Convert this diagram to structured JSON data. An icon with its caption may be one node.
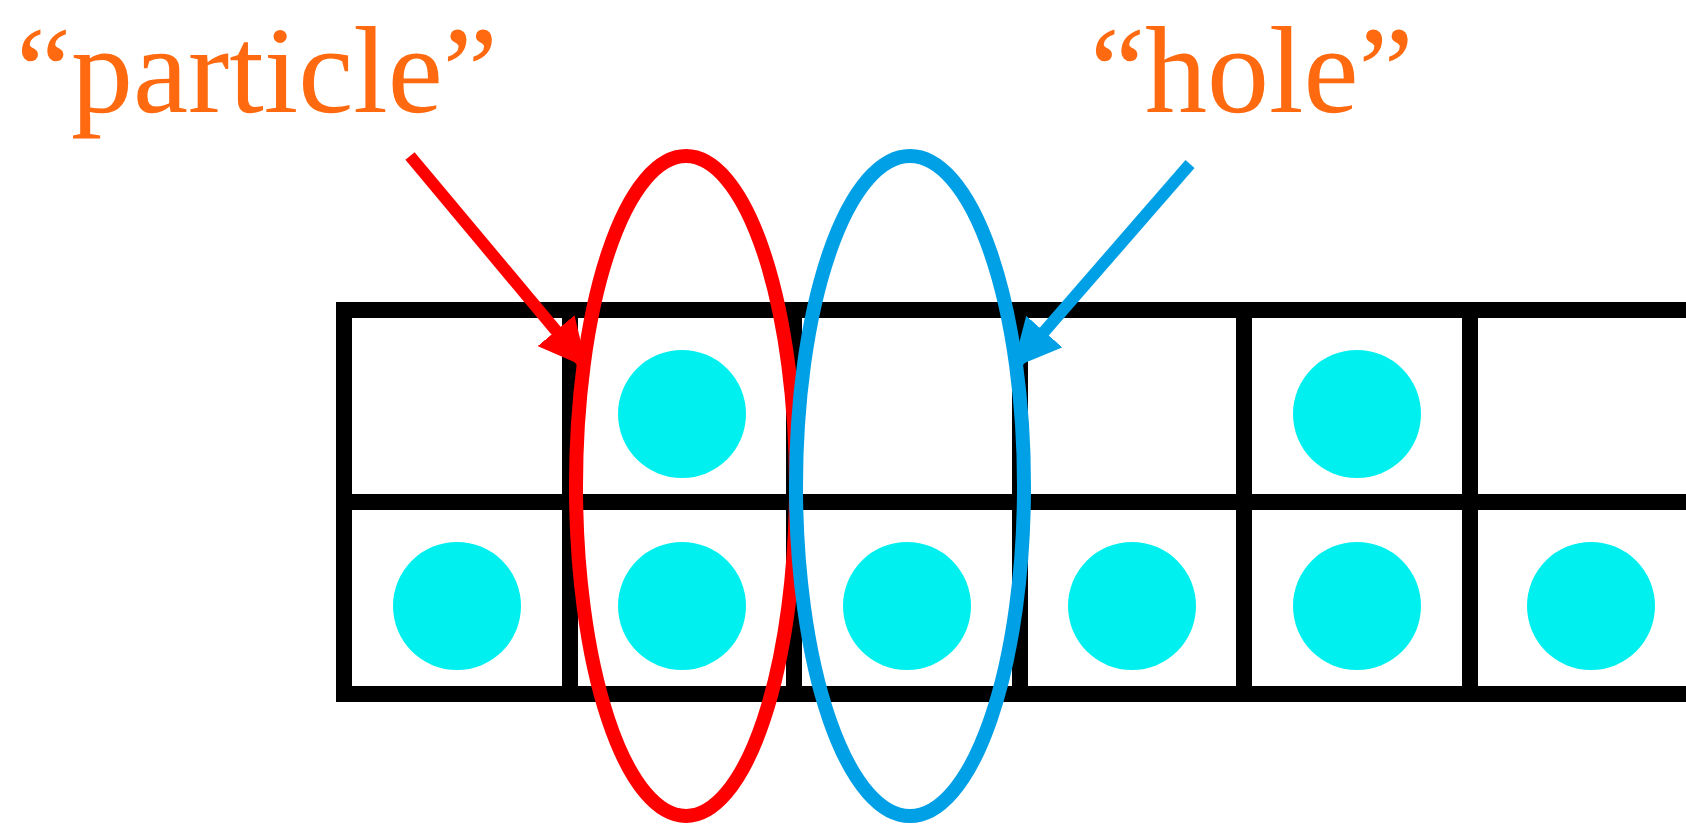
{
  "diagram": {
    "nodes": [
      {
        "text": [
          "“particle”"
        ]
      },
      {
        "text": [
          "“hole”"
        ]
      },
      {
        "text": [],
        "shape": "ellipse"
      },
      {
        "text": [],
        "shape": "ellipse"
      }
    ],
    "edges": [
      {
        "from": 0,
        "to": 2,
        "arrow": "to",
        "color": "#ff0000"
      },
      {
        "from": 1,
        "to": 3,
        "arrow": "to",
        "color": "#00a0e6"
      }
    ]
  }
}
